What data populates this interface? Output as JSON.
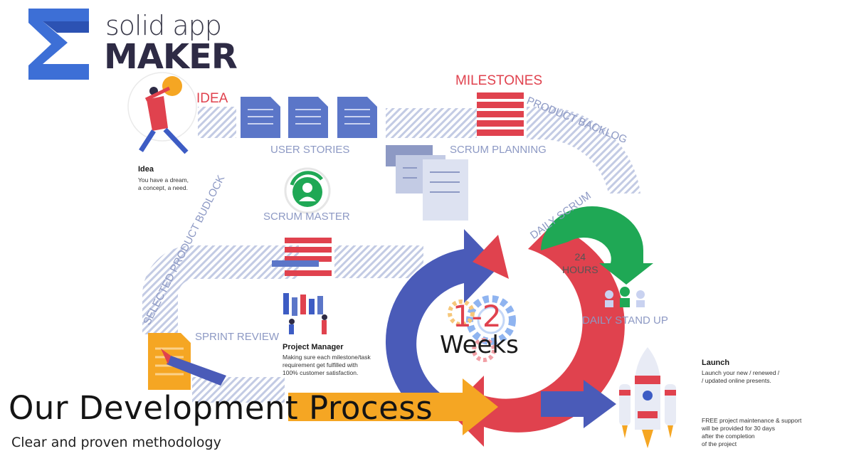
{
  "brand": {
    "logo_top": "solid app",
    "logo_bottom": "MAKER",
    "colors": {
      "navy": "#2e2b45",
      "blue": "#3d5cc4",
      "red": "#e0424e",
      "green": "#1fa855",
      "orange": "#f5a623",
      "stripe": "#c3cbe4"
    }
  },
  "stages": {
    "idea": "IDEA",
    "milestones": "MILESTONES",
    "product_backlog": "PRODUCT BACKLOG",
    "user_stories": "USER STORIES",
    "scrum_planning": "SCRUM PLANNING",
    "scrum_master": "SCRUM MASTER",
    "daily_scrum": "DAILY SCRUM",
    "hours_num": "24",
    "hours_word": "HOURS",
    "selected_backlog": "SELECTED PRODUCT BUDLOCK",
    "daily_standup": "DAILY STAND UP",
    "sprint_review": "SPRINT REVIEW",
    "cycle_number": "1-2",
    "cycle_word": "Weeks"
  },
  "notes": {
    "idea": {
      "heading": "Idea",
      "lines": [
        "You have a dream,",
        "a concept, a need."
      ]
    },
    "project_manager": {
      "heading": "Project Manager",
      "lines": [
        "Making sure each milestone/task",
        "requirement get fulfilled with",
        "100% customer satisfaction."
      ]
    },
    "launch": {
      "heading": "Launch",
      "lines": [
        "Launch your new / renewed /",
        "/ updated online presents."
      ]
    },
    "support": {
      "lines": [
        "FREE project maintenance & support",
        "will be provided for 30 days",
        "after the completion",
        "of the project"
      ]
    }
  },
  "footer": {
    "title": "Our Development Process",
    "subtitle": "Clear and proven methodology"
  },
  "icons": [
    "logo-mark-icon",
    "idea-person-icon",
    "document-icon",
    "backlog-list-icon",
    "planning-board-icon",
    "scrum-master-icon",
    "refresh-arrow-icon",
    "gear-icon",
    "team-icon",
    "task-board-icon",
    "document-pen-icon",
    "rocket-icon"
  ]
}
